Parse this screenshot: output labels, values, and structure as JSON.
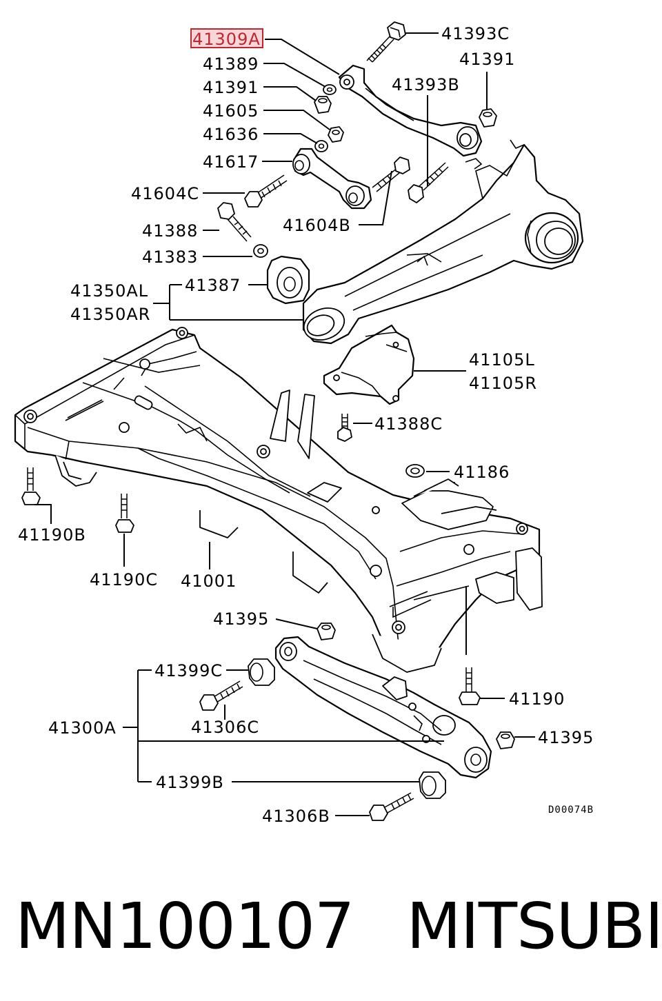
{
  "callouts": {
    "c41309A": "41309A",
    "c41393C": "41393C",
    "c41389": "41389",
    "c41391a": "41391",
    "c41391b": "41391",
    "c41605": "41605",
    "c41636": "41636",
    "c41393B": "41393B",
    "c41617": "41617",
    "c41604C": "41604C",
    "c41604B": "41604B",
    "c41388": "41388",
    "c41383": "41383",
    "c41387": "41387",
    "c41350AL": "41350AL",
    "c41350AR": "41350AR",
    "c41105L": "41105L",
    "c41105R": "41105R",
    "c41388C": "41388C",
    "c41186": "41186",
    "c41190B": "41190B",
    "c41190C": "41190C",
    "c41001": "41001",
    "c41395a": "41395",
    "c41399C": "41399C",
    "c41306C": "41306C",
    "c41300A": "41300A",
    "c41190": "41190",
    "c41395b": "41395",
    "c41399B": "41399B",
    "c41306B": "41306B"
  },
  "highlighted_part": "41309A",
  "drawing_code": "D00074B",
  "footer": {
    "part_number": "MN100107",
    "brand": "MITSUBISHI"
  },
  "colors": {
    "highlight": "#c0262d",
    "highlight_fill": "#f6d6d8",
    "line": "#000000"
  }
}
